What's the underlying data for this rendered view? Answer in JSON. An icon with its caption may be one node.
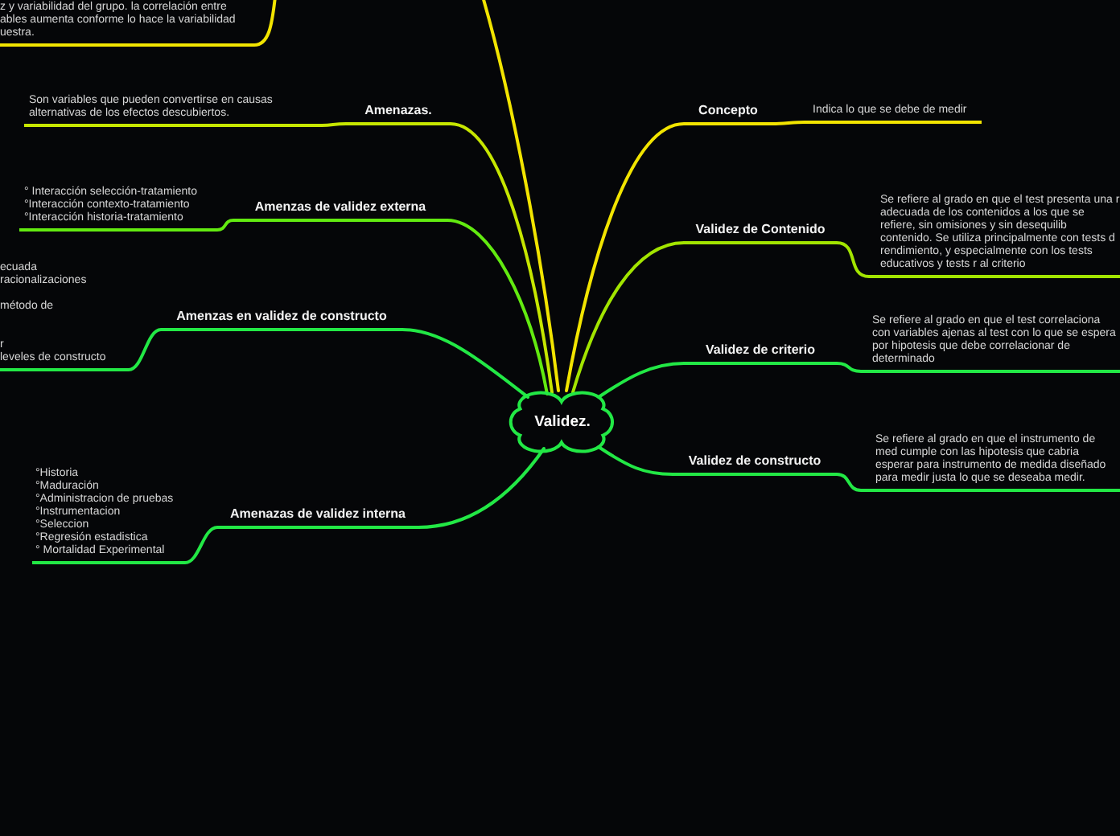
{
  "diagram": {
    "nodes": [
      {
        "text": [
          "Validez."
        ]
      },
      {
        "text": [
          "z y variabilidad del grupo. la correlación entre ables aumenta conforme lo hace la variabilidad uestra."
        ]
      },
      {
        "text": [
          "Amenazas."
        ]
      },
      {
        "text": [
          "Son variables que pueden convertirse en causas alternativas de los efectos descubiertos."
        ]
      },
      {
        "text": [
          "Concepto"
        ]
      },
      {
        "text": [
          "Indica lo que se debe de medir"
        ]
      },
      {
        "text": [
          "Amenzas de validez externa"
        ]
      },
      {
        "text": [
          "° Interacción selección-tratamiento",
          "°Interacción contexto-tratamiento",
          "°Interacción historia-tratamiento"
        ]
      },
      {
        "text": [
          "Validez de Contenido"
        ]
      },
      {
        "text": [
          "Se refiere al grado en que el test presenta una r adecuada de los contenidos a los que se refiere, sin omisiones y sin desequilib contenido. Se utiliza principalmente con tests d rendimiento, y especialmente con los tests educativos y tests r al criterio"
        ]
      },
      {
        "text": [
          "Amenzas en validez de constructo"
        ]
      },
      {
        "text": [
          "ecuada",
          "racionalizaciones",
          "método de",
          "r",
          "leveles de constructo"
        ]
      },
      {
        "text": [
          "Validez de criterio"
        ]
      },
      {
        "text": [
          "Se refiere al grado en que el test correlaciona con variables ajenas al test con lo que se espera por hipotesis que debe correlacionar de determinado"
        ]
      },
      {
        "text": [
          "Validez de constructo"
        ]
      },
      {
        "text": [
          "Se refiere al grado en que el instrumento de med cumple con las hipotesis que cabria esperar para instrumento de medida diseñado para medir justa lo que se deseaba medir."
        ]
      },
      {
        "text": [
          "Amenazas de validez interna"
        ]
      },
      {
        "text": [
          "°Historia",
          "°Maduración",
          "°Administracion de pruebas",
          "°Instrumentacion",
          "°Seleccion",
          "°Regresión estadistica",
          "° Mortalidad Experimental"
        ]
      }
    ],
    "edges": [
      {
        "from": 0,
        "to": null,
        "arrow": "none",
        "color": "#f2e400"
      },
      {
        "from": null,
        "to": 1,
        "arrow": "none",
        "color": "#f2e400"
      },
      {
        "from": 0,
        "to": 2,
        "arrow": "none",
        "color": "#c6e600"
      },
      {
        "from": 2,
        "to": 3,
        "arrow": "none",
        "color": "#c6e600"
      },
      {
        "from": 0,
        "to": 4,
        "arrow": "none",
        "color": "#f2e400"
      },
      {
        "from": 4,
        "to": 5,
        "arrow": "none",
        "color": "#f2e400"
      },
      {
        "from": 0,
        "to": 6,
        "arrow": "none",
        "color": "#62ea10"
      },
      {
        "from": 6,
        "to": 7,
        "arrow": "none",
        "color": "#62ea10"
      },
      {
        "from": 0,
        "to": 8,
        "arrow": "none",
        "color": "#a2e400"
      },
      {
        "from": 8,
        "to": 9,
        "arrow": "none",
        "color": "#a2e400"
      },
      {
        "from": 0,
        "to": 10,
        "arrow": "none"
      },
      {
        "from": 10,
        "to": 11,
        "arrow": "none"
      },
      {
        "from": 0,
        "to": 12,
        "arrow": "none"
      },
      {
        "from": 12,
        "to": 13,
        "arrow": "none"
      },
      {
        "from": 0,
        "to": 14,
        "arrow": "none"
      },
      {
        "from": 14,
        "to": 15,
        "arrow": "none"
      },
      {
        "from": 0,
        "to": 16,
        "arrow": "none"
      },
      {
        "from": 16,
        "to": 17,
        "arrow": "none"
      }
    ]
  }
}
